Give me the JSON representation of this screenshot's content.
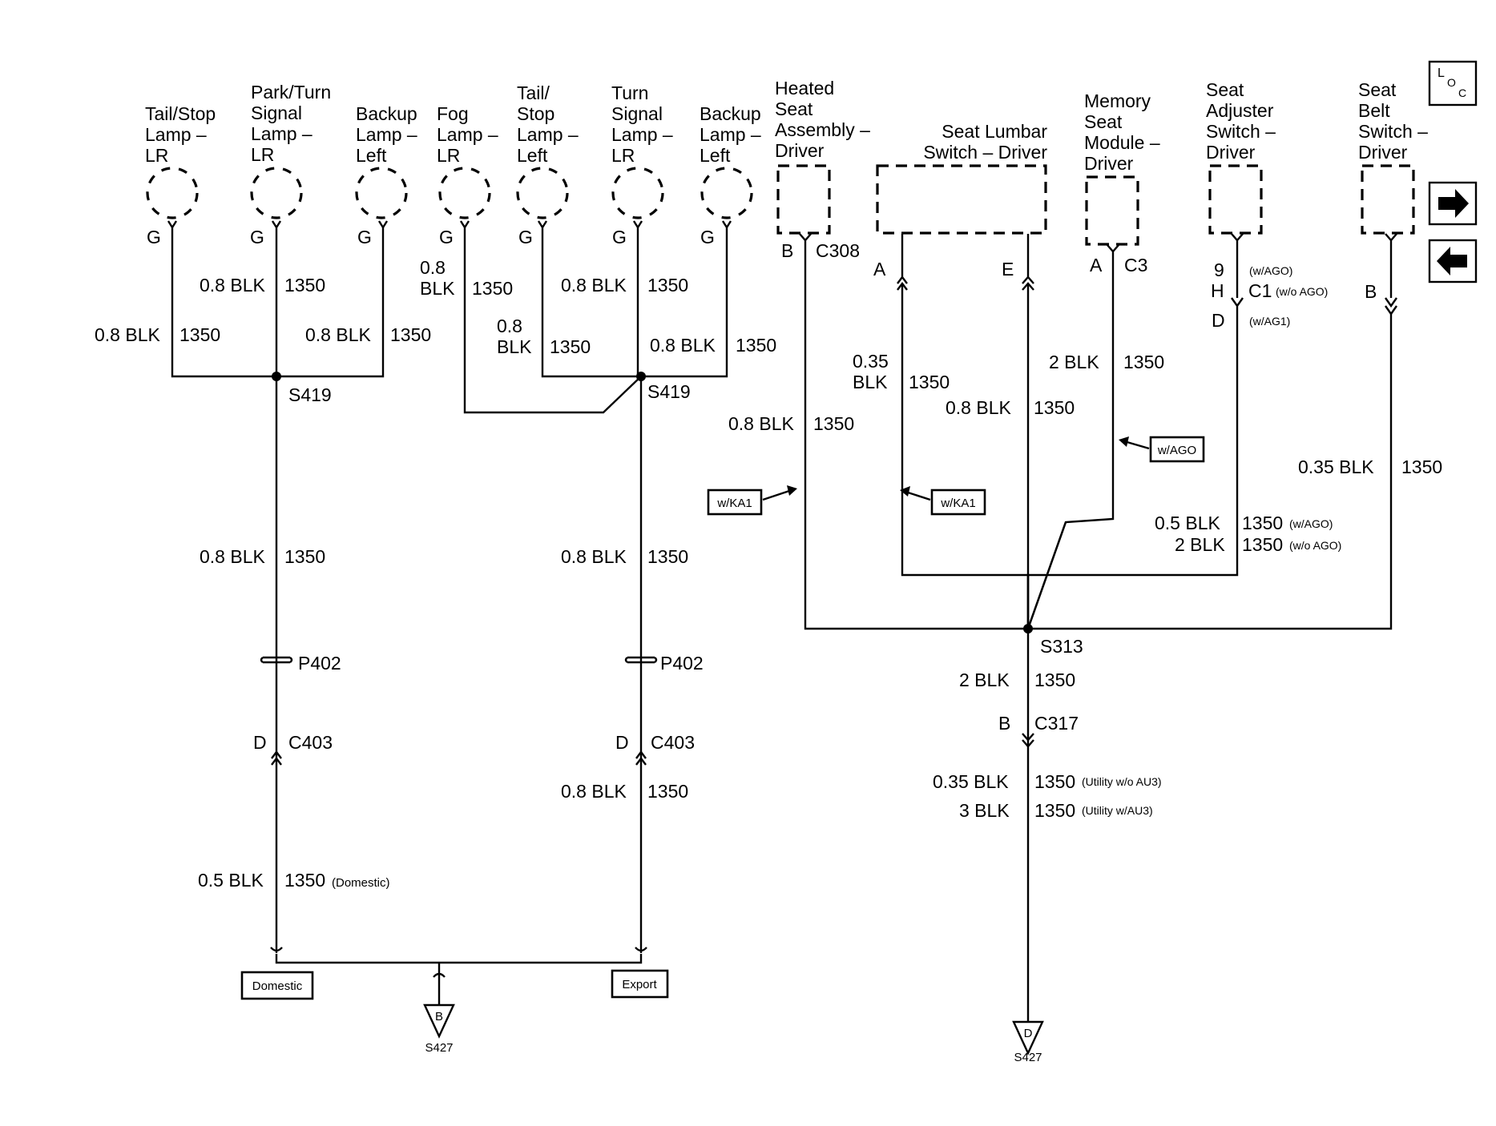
{
  "components": {
    "tail_stop_lr": [
      "Tail/Stop",
      "Lamp –",
      "LR"
    ],
    "park_turn_lr": [
      "Park/Turn",
      "Signal",
      "Lamp –",
      "LR"
    ],
    "backup_left_1": [
      "Backup",
      "Lamp –",
      "Left"
    ],
    "fog_lr": [
      "Fog",
      "Lamp –",
      "LR"
    ],
    "tail_stop_left": [
      "Tail/",
      "Stop",
      "Lamp –",
      "Left"
    ],
    "turn_lr": [
      "Turn",
      "Signal",
      "Lamp –",
      "LR"
    ],
    "backup_left_2": [
      "Backup",
      "Lamp –",
      "Left"
    ],
    "heated_seat": [
      "Heated",
      "Seat",
      "Assembly –",
      "Driver"
    ],
    "seat_lumbar": [
      "Seat Lumbar",
      "Switch – Driver"
    ],
    "memory_seat": [
      "Memory",
      "Seat",
      "Module –",
      "Driver"
    ],
    "seat_adjuster": [
      "Seat",
      "Adjuster",
      "Switch –",
      "Driver"
    ],
    "seat_belt": [
      "Seat",
      "Belt",
      "Switch –",
      "Driver"
    ]
  },
  "pins": {
    "g": "G",
    "b": "B",
    "a": "A",
    "e": "E",
    "d": "D",
    "h": "H",
    "nine": "9"
  },
  "connectors": {
    "c308": "C308",
    "c3": "C3",
    "c1": "C1",
    "c317": "C317",
    "c403": "C403",
    "p402": "P402"
  },
  "splices": {
    "s419": "S419",
    "s313": "S313",
    "s427": "S427"
  },
  "wire": {
    "circuit": "1350",
    "w08blk": "0.8 BLK",
    "w08": "0.8",
    "blk": "BLK",
    "w035": "0.35",
    "w035blk": "0.35 BLK",
    "w2blk": "2 BLK",
    "w05blk": "0.5 BLK",
    "w3blk": "3 BLK"
  },
  "options": {
    "w_ago": "(w/AGO)",
    "wo_ago": "(w/o AGO)",
    "w_ag1": "(w/AG1)",
    "domestic": "(Domestic)",
    "utility_wo_au3": "(Utility w/o AU3)",
    "utility_w_au3": "(Utility w/AU3)"
  },
  "callouts": {
    "w_ka1": "w/KA1",
    "w_ago_box": "w/AGO",
    "domestic_box": "Domestic",
    "export_box": "Export"
  },
  "grounds": {
    "b": "B",
    "d": "D"
  },
  "loc_icon": {
    "l": "L",
    "o": "O",
    "c": "C"
  },
  "icons": {
    "next": "arrow-right-icon",
    "prev": "arrow-left-icon"
  }
}
